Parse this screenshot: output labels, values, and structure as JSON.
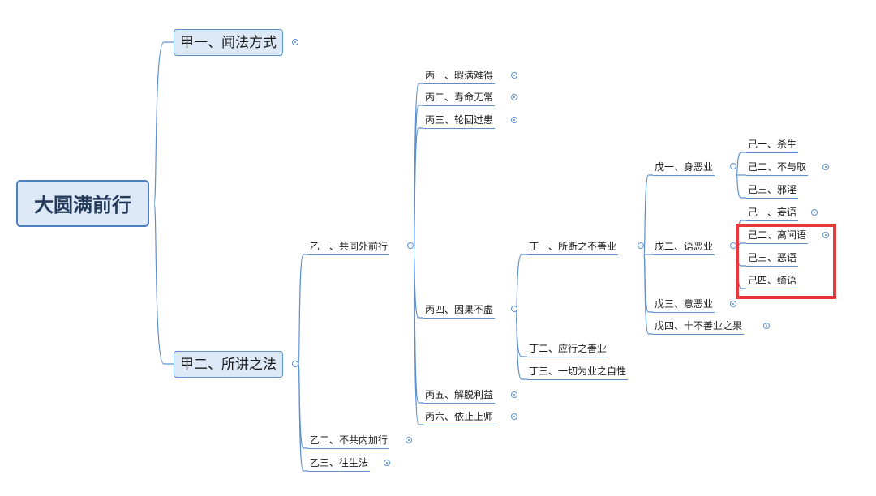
{
  "diagram": {
    "root": "大圆满前行",
    "jia1": "甲一、闻法方式",
    "jia2": "甲二、所讲之法",
    "yi1": "乙一、共同外前行",
    "yi2": "乙二、不共内加行",
    "yi3": "乙三、往生法",
    "bing1": "丙一、暇满难得",
    "bing2": "丙二、寿命无常",
    "bing3": "丙三、轮回过患",
    "bing4": "丙四、因果不虚",
    "bing5": "丙五、解脱利益",
    "bing6": "丙六、依止上师",
    "ding1": "丁一、所断之不善业",
    "ding2": "丁二、应行之善业",
    "ding3": "丁三、一切为业之自性",
    "wu1": "戊一、身恶业",
    "wu2": "戊二、语恶业",
    "wu3": "戊三、意恶业",
    "wu4": "戊四、十不善业之果",
    "ji_shen1": "己一、杀生",
    "ji_shen2": "己二、不与取",
    "ji_shen3": "己三、邪淫",
    "ji_yu1": "己一、妄语",
    "ji_yu2": "己二、离间语",
    "ji_yu3": "己三、恶语",
    "ji_yu4": "己四、绮语"
  },
  "colors": {
    "line": "#5b8fce",
    "node_fill": "#dde9f7",
    "highlight": "#e8383d"
  }
}
